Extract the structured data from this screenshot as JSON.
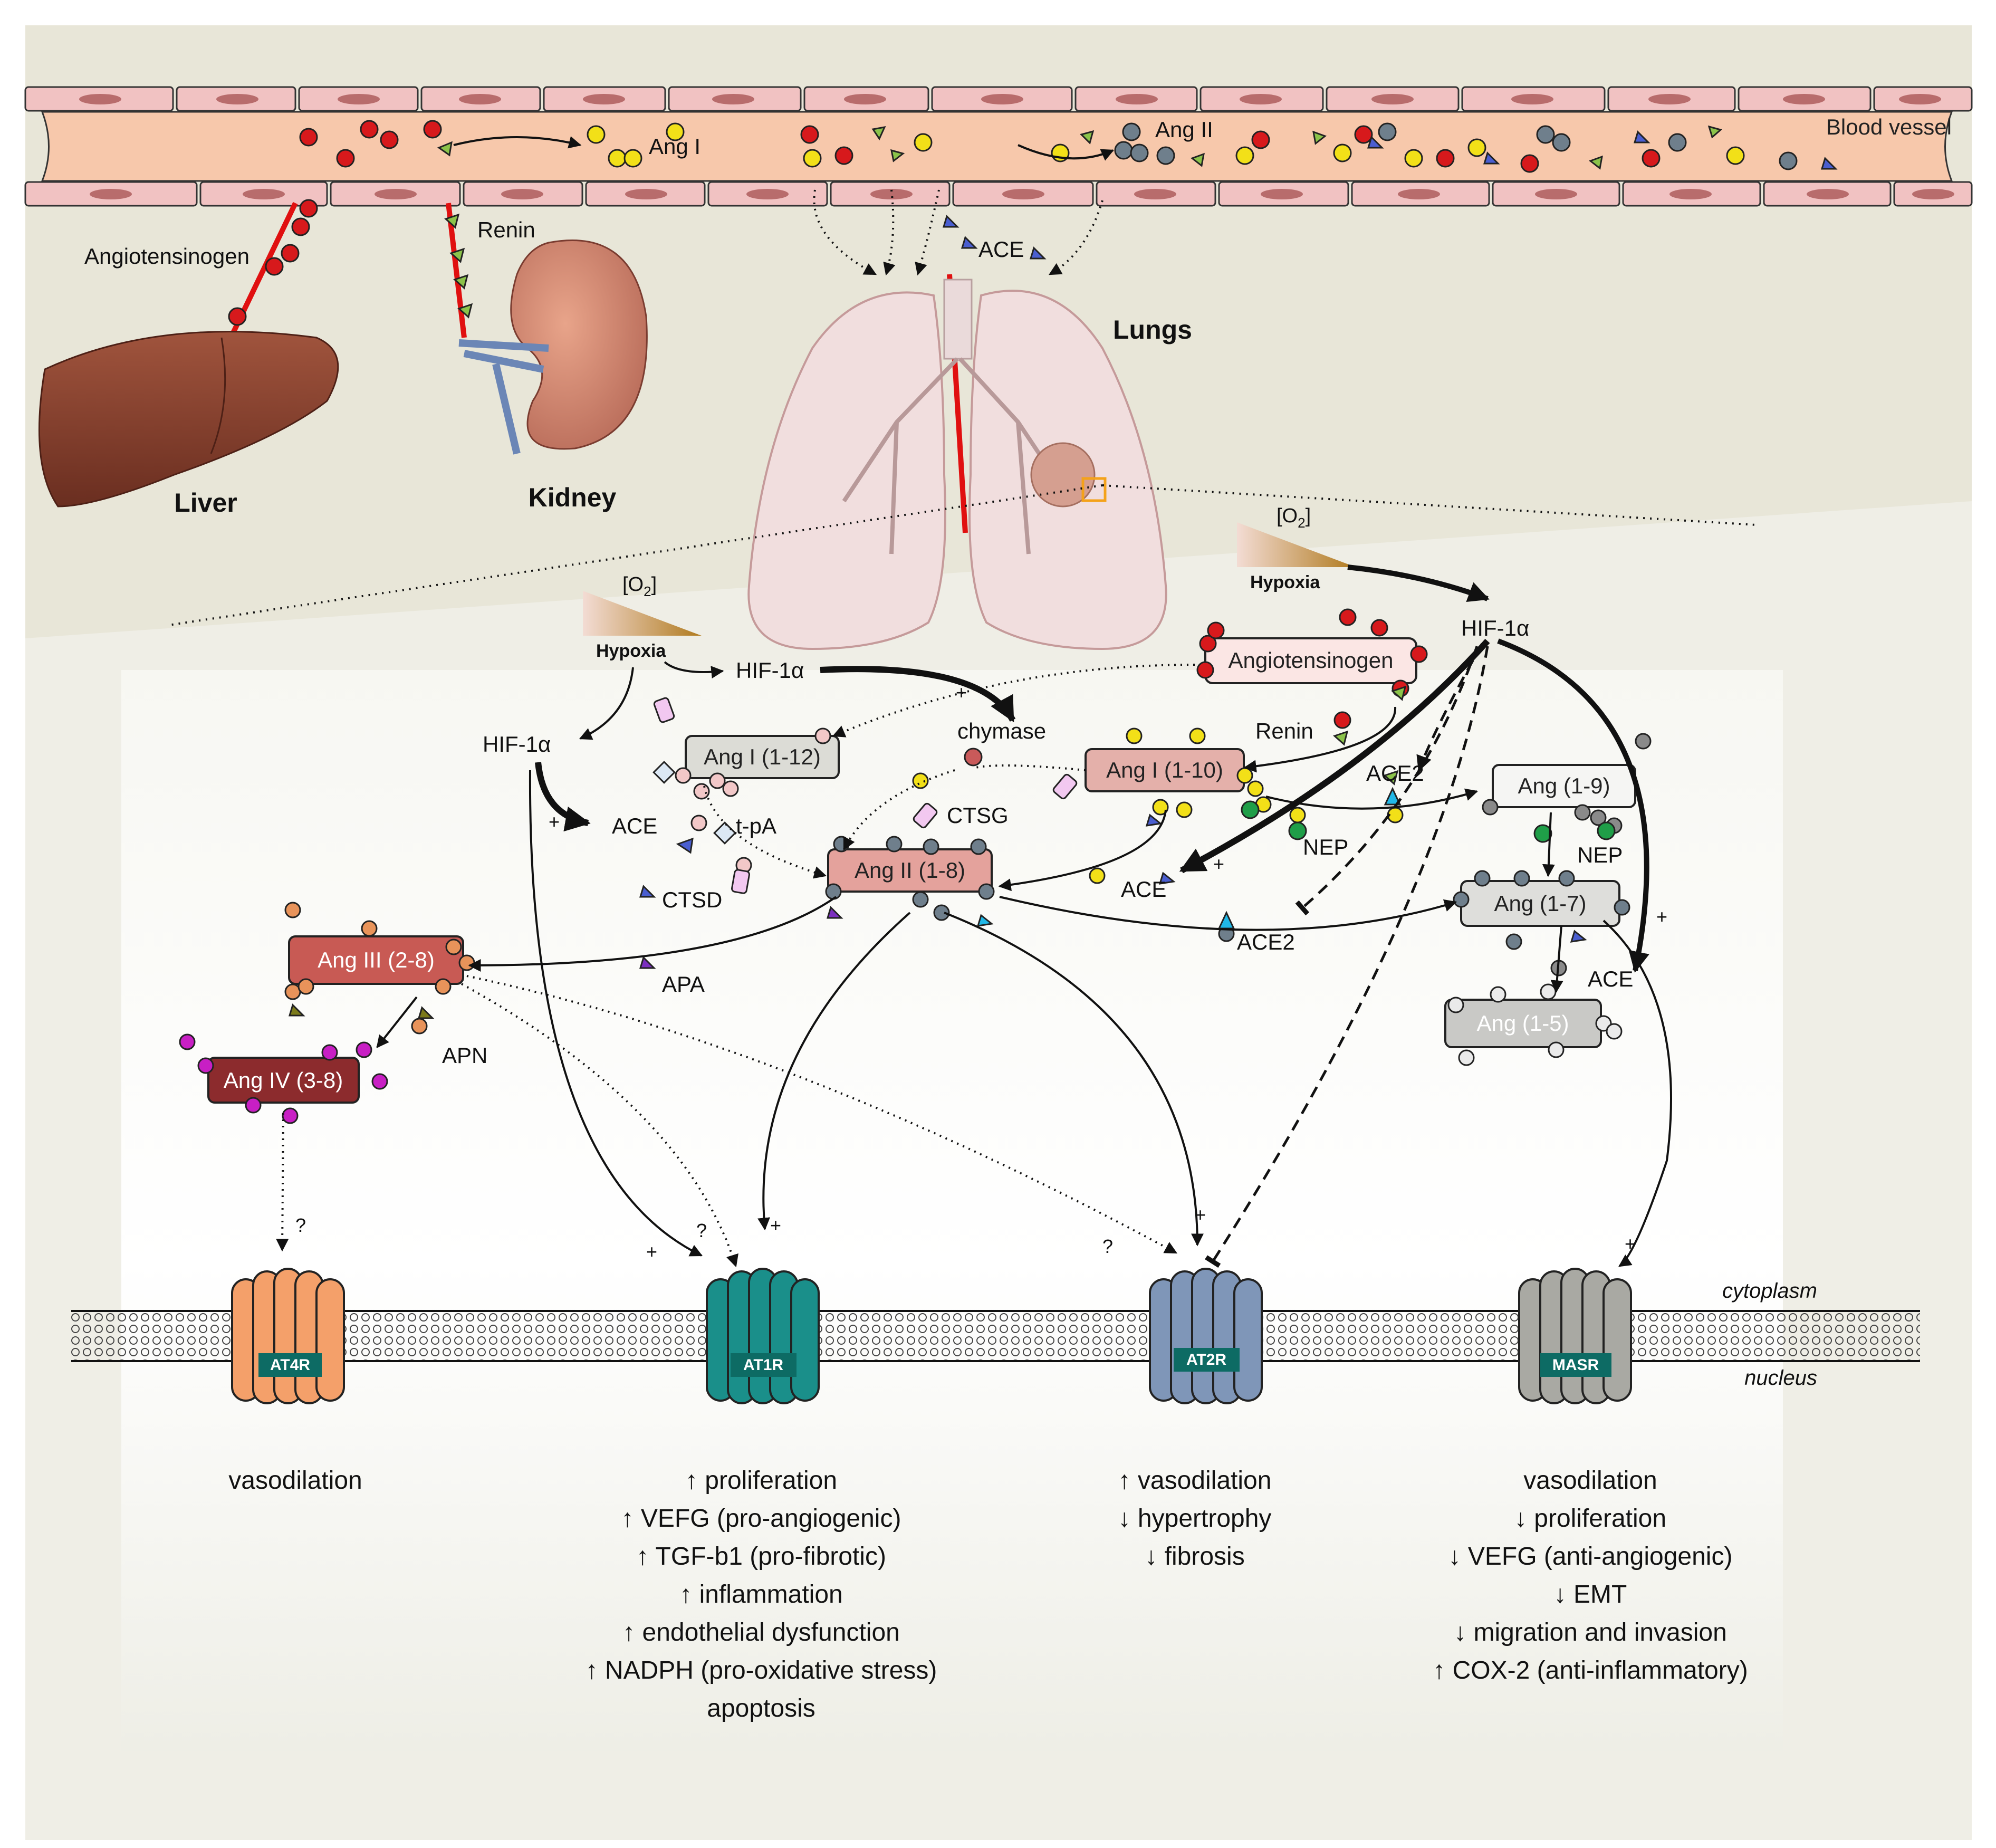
{
  "vessel": {
    "label": "Blood vessel",
    "ang1": "Ang I",
    "ang2": "Ang II"
  },
  "organs": {
    "liver": "Liver",
    "kidney": "Kidney",
    "lungs": "Lungs",
    "angiotensinogen": "Angiotensinogen",
    "renin": "Renin",
    "ace": "ACE"
  },
  "oxygen": {
    "label": "[O",
    "sub": "2",
    "close": "]",
    "hypoxia": "Hypoxia"
  },
  "nodes": {
    "angiotensinogen": "Angiotensinogen",
    "ang1_12": "Ang I (1-12)",
    "ang1_10": "Ang I (1-10)",
    "ang2": "Ang II (1-8)",
    "ang3": "Ang III (2-8)",
    "ang4": "Ang IV (3-8)",
    "ang1_9": "Ang (1-9)",
    "ang1_7": "Ang (1-7)",
    "ang1_5": "Ang (1-5)"
  },
  "enzymes": {
    "hif1a": "HIF-1α",
    "chymase": "chymase",
    "renin": "Renin",
    "ace": "ACE",
    "ace2": "ACE2",
    "nep": "NEP",
    "ctsg": "CTSG",
    "ctsd": "CTSD",
    "tpa": "t-pA",
    "apa": "APA",
    "apn": "APN"
  },
  "signs": {
    "plus": "+",
    "question": "?"
  },
  "membrane": {
    "cytoplasm": "cytoplasm",
    "nucleus": "nucleus"
  },
  "receptors": [
    {
      "id": "at4r",
      "label": "AT4R",
      "color": "#f4a06a",
      "dark": "#c96a2c"
    },
    {
      "id": "at1r",
      "label": "AT1R",
      "color": "#1a8f8a",
      "dark": "#0b5e5a"
    },
    {
      "id": "at2r",
      "label": "AT2R",
      "color": "#7f96b8",
      "dark": "#4f6688"
    },
    {
      "id": "masr",
      "label": "MASR",
      "color": "#a9a9a3",
      "dark": "#6e6e68"
    }
  ],
  "effects": {
    "at4r": [
      "vasodilation"
    ],
    "at1r": [
      "↑ proliferation",
      "↑ VEFG (pro-angiogenic)",
      "↑ TGF-b1 (pro-fibrotic)",
      "↑ inflammation",
      "↑ endothelial dysfunction",
      "↑ NADPH (pro-oxidative stress)",
      "apoptosis"
    ],
    "at2r": [
      "↑ vasodilation",
      "↓ hypertrophy",
      "↓ fibrosis"
    ],
    "masr": [
      "vasodilation",
      "↓ proliferation",
      "↓ VEFG (anti-angiogenic)",
      "↓ EMT",
      "↓ migration and invasion",
      "↑ COX-2 (anti-inflammatory)"
    ]
  },
  "colors": {
    "angiotensinogen": "#d7191c",
    "ang1": "#f2e018",
    "ang2": "#6f7f8c",
    "renin": "#8bc34a",
    "ace": "#4a5ed0",
    "ace2": "#20b8e8",
    "nep": "#1f9e48",
    "ang3": "#e8935a",
    "ang4": "#c81fc4",
    "ang1_9": "#8a8a8a",
    "ang1_5": "#dcdcdc"
  }
}
